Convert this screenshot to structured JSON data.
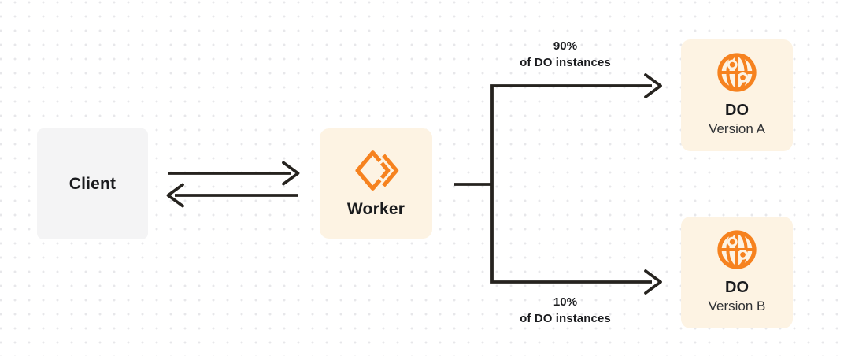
{
  "colors": {
    "background": "#ffffff",
    "grid_dot": "#e7e7ea",
    "client_box": "#f4f4f5",
    "accent_box": "#fdf3e3",
    "accent_orange": "#f6821f",
    "arrow": "#26231f",
    "text_primary": "#1a1b1e",
    "text_secondary": "#2f3134"
  },
  "diagram": {
    "client": {
      "label": "Client"
    },
    "worker": {
      "label": "Worker",
      "icon": "workers-logo-icon"
    },
    "split_top": {
      "percent": "90%",
      "caption": "of DO instances"
    },
    "split_bottom": {
      "percent": "10%",
      "caption": "of DO instances"
    },
    "do_version_a": {
      "title": "DO",
      "subtitle": "Version A",
      "icon": "globe-icon"
    },
    "do_version_b": {
      "title": "DO",
      "subtitle": "Version B",
      "icon": "globe-icon"
    }
  }
}
